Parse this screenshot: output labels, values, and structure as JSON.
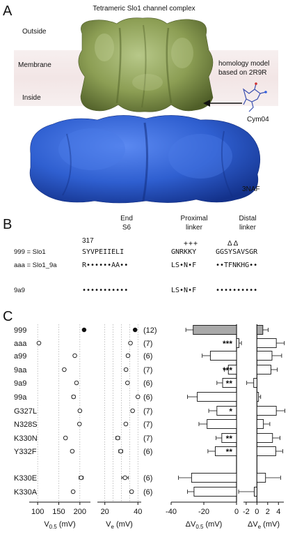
{
  "panel_a": {
    "letter": "A",
    "title": "Tetrameric Slo1 channel complex",
    "outside": "Outside",
    "membrane": "Membrane",
    "inside": "Inside",
    "homology_line1": "homology model",
    "homology_line2": "based on 2R9R",
    "ligand": "Cym04",
    "structure": "3NAF",
    "colors": {
      "tmd": "#8c9e54",
      "gating_ring": "#2f5fd0"
    }
  },
  "panel_b": {
    "letter": "B",
    "headers": [
      {
        "line1": "End",
        "line2": "S6"
      },
      {
        "line1": "Proximal",
        "line2": "linker"
      },
      {
        "line1": "Distal",
        "line2": "linker"
      }
    ],
    "residue_number": "317",
    "plus_marks": "+++",
    "delta_marks": "ΔΔ",
    "rows": [
      {
        "label": "999 = Slo1",
        "s6": "SYVPEIIELI",
        "proximal": "GNRKKY",
        "distal": "GGSYSAVSGR"
      },
      {
        "label": "aaa = Slo1_9a",
        "s6": "R••••••AA••",
        "proximal": "LS•N•F",
        "distal": "••TFNKHG••"
      },
      {
        "label": "9a9",
        "s6": "•••••••••••",
        "proximal": "LS•N•F",
        "distal": "••••••••••"
      }
    ]
  },
  "panel_c": {
    "letter": "C",
    "sample_counts": [
      "(12)",
      "(7)",
      "(6)",
      "(7)",
      "(6)",
      "(6)",
      "(7)",
      "(7)",
      "(7)",
      "(6)",
      "(6)",
      "(6)"
    ],
    "significance": [
      "",
      "***",
      "",
      "***",
      "**",
      "",
      "*",
      "",
      "**",
      "**",
      "",
      ""
    ]
  },
  "chart_data": [
    {
      "type": "scatter",
      "xlabel": "V0.5 (mV)",
      "xlim": [
        80,
        225
      ],
      "xticks": [
        "100",
        "150",
        "200"
      ],
      "categories": [
        "999",
        "aaa",
        "a99",
        "9aa",
        "9a9",
        "99a",
        "G327L",
        "N328S",
        "K330N",
        "Y332F",
        "K330E",
        "K330A"
      ],
      "values": [
        210,
        103,
        188,
        163,
        192,
        185,
        200,
        199,
        166,
        182,
        203,
        184
      ],
      "errors": [
        2,
        2,
        2,
        2,
        2,
        4,
        3,
        2,
        3,
        3,
        5,
        2
      ],
      "grid": true
    },
    {
      "type": "scatter",
      "xlabel": "Ve (mV)",
      "xlim": [
        25,
        42
      ],
      "xticks": [
        "20",
        "40"
      ],
      "categories": [
        "999",
        "aaa",
        "a99",
        "9aa",
        "9a9",
        "99a",
        "G327L",
        "N328S",
        "K330N",
        "Y332F",
        "K330E",
        "K330A"
      ],
      "values": [
        38.3,
        35.5,
        34.0,
        32.8,
        33.7,
        40.0,
        36.8,
        32.7,
        27.8,
        29.6,
        32.2,
        36.2
      ],
      "errors": [
        0.3,
        0.6,
        0.8,
        0.6,
        0.6,
        0.5,
        0.8,
        0.8,
        1.2,
        1.2,
        2.0,
        0.7
      ],
      "grid": true
    },
    {
      "type": "bar",
      "xlabel": "ΔV0.5 (mV)",
      "xlim": [
        -40,
        0
      ],
      "xticks": [
        "-40",
        "-20",
        "0"
      ],
      "categories": [
        "999",
        "aaa",
        "a99",
        "9aa",
        "9a9",
        "99a",
        "G327L",
        "N328S",
        "K330N",
        "Y332F",
        "K330E",
        "K330A"
      ],
      "values": [
        -26.5,
        1.5,
        -16,
        -5,
        -8.5,
        -24,
        -12,
        -18,
        -9,
        -13,
        -27.5,
        -26
      ],
      "errors": [
        4.5,
        1.5,
        5,
        2.5,
        3.5,
        6,
        5,
        5,
        3.5,
        4.5,
        8,
        4
      ]
    },
    {
      "type": "bar",
      "xlabel": "ΔVe (mV)",
      "xlim": [
        -2.5,
        5
      ],
      "xticks": [
        "-2",
        "0",
        "2",
        "4"
      ],
      "categories": [
        "999",
        "aaa",
        "a99",
        "9aa",
        "9a9",
        "99a",
        "G327L",
        "N328S",
        "K330N",
        "Y332F",
        "K330E",
        "K330A"
      ],
      "values": [
        1.1,
        3.6,
        2.8,
        2.6,
        -0.6,
        0.3,
        3.6,
        1.2,
        2.9,
        3.5,
        1.6,
        -0.5
      ],
      "errors": [
        1.0,
        1.5,
        1.8,
        1.2,
        1.3,
        0.4,
        1.6,
        1.2,
        1.4,
        1.3,
        2.8,
        2.9
      ]
    }
  ]
}
